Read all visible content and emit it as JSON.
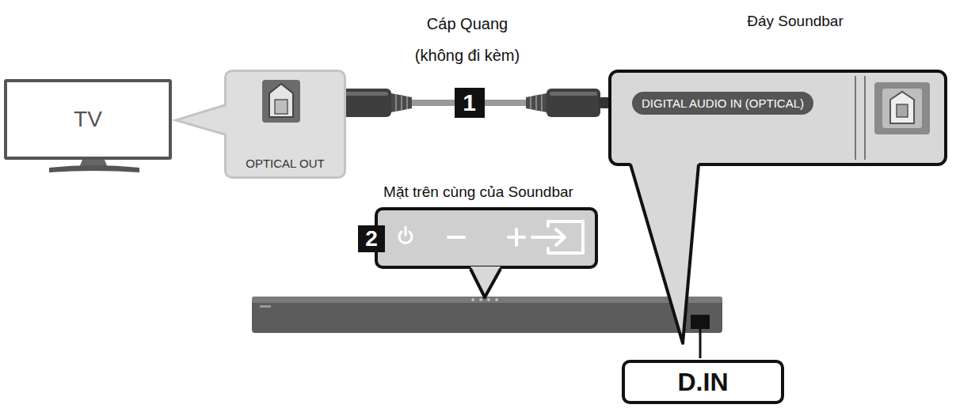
{
  "diagram": {
    "nodes": [
      {
        "text": [
          "TV"
        ]
      },
      {
        "text": [
          "OPTICAL OUT"
        ]
      },
      {
        "text": [
          "Đáy Soundbar",
          "DIGITAL AUDIO IN (OPTICAL)"
        ]
      },
      {
        "text": [
          "Mặt trên cùng của Soundbar"
        ]
      },
      {
        "text": [
          "D.IN"
        ]
      }
    ],
    "edges": [
      {
        "from": 1,
        "to": 2,
        "arrow": "none",
        "label": "1"
      }
    ],
    "labels": [
      "Cáp Quang",
      "(không đi kèm)",
      "2"
    ]
  }
}
